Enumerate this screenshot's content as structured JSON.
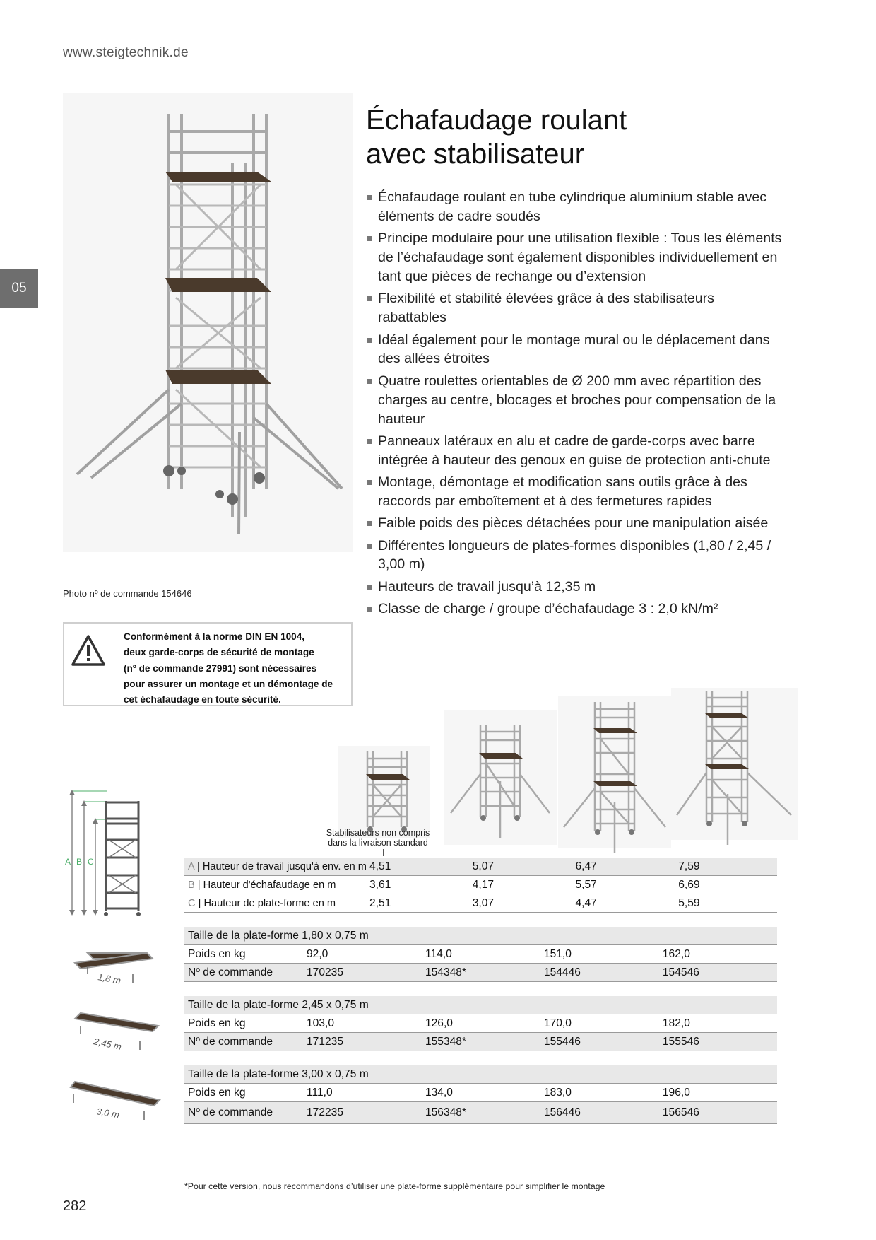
{
  "header": {
    "url": "www.steigtechnik.de"
  },
  "chapter_tab": "05",
  "title": {
    "line1": "Échafaudage roulant",
    "line2": "avec stabilisateur"
  },
  "features": [
    "Échafaudage roulant en tube cylindrique aluminium stable avec éléments de cadre soudés",
    "Principe modulaire pour une utilisation flexible : Tous les éléments de l’échafaudage sont également disponibles individuellement en tant que pièces de rechange ou d’extension",
    "Flexibilité et stabilité élevées grâce à des stabilisateurs rabattables",
    "Idéal également pour le montage mural ou le déplacement dans des allées étroites",
    "Quatre roulettes orientables de Ø 200 mm avec répartition des charges au centre, blocages et broches pour compensation de la hauteur",
    "Panneaux latéraux en alu et cadre de garde-corps avec barre intégrée à hauteur des genoux en guise de protection anti-chute",
    "Montage, démontage et modification sans outils grâce à des raccords par emboîtement et à des fermetures rapides",
    "Faible poids des pièces détachées pour une manipulation aisée",
    "Différentes longueurs de plates-formes disponibles (1,80 / 2,45 / 3,00 m)",
    "Hauteurs de travail jusqu’à 12,35 m",
    "Classe de charge / groupe d’échafaudage 3 : 2,0 kN/m²"
  ],
  "photo_caption": "Photo nº de commande 154646",
  "safety_note": {
    "lines": [
      "Conformément à la norme DIN EN 1004,",
      "deux garde-corps de sécurité de montage",
      "(nº de commande 27991) sont nécessaires",
      "pour assurer un montage et un démontage de",
      "cet échafaudage en toute sécurité."
    ]
  },
  "stabilizer_note": {
    "line1": "Stabilisateurs non compris",
    "line2": "dans la livraison standard"
  },
  "dimension_letters": [
    "A",
    "B",
    "C"
  ],
  "height_table": [
    {
      "letter": "A",
      "label": " | Hauteur de travail jusqu'à env. en m",
      "values": [
        "4,51",
        "5,07",
        "6,47",
        "7,59"
      ]
    },
    {
      "letter": "B",
      "label": " | Hauteur d'échafaudage en m",
      "values": [
        "3,61",
        "4,17",
        "5,57",
        "6,69"
      ]
    },
    {
      "letter": "C",
      "label": " | Hauteur de plate-forme en m",
      "values": [
        "2,51",
        "3,07",
        "4,47",
        "5,59"
      ]
    }
  ],
  "platform_groups": [
    {
      "size_label": "Taille de la plate-forme 1,80 x 0,75 m",
      "length_tag": "1,8 m",
      "weight_label": "Poids en kg",
      "weights": [
        "92,0",
        "114,0",
        "151,0",
        "162,0"
      ],
      "order_label": "Nº de commande",
      "orders": [
        "170235",
        "154348*",
        "154446",
        "154546"
      ]
    },
    {
      "size_label": "Taille de la plate-forme 2,45 x 0,75 m",
      "length_tag": "2,45 m",
      "weight_label": "Poids en kg",
      "weights": [
        "103,0",
        "126,0",
        "170,0",
        "182,0"
      ],
      "order_label": "Nº de commande",
      "orders": [
        "171235",
        "155348*",
        "155446",
        "155546"
      ]
    },
    {
      "size_label": "Taille de la plate-forme 3,00 x 0,75 m",
      "length_tag": "3,0 m",
      "weight_label": "Poids en kg",
      "weights": [
        "111,0",
        "134,0",
        "183,0",
        "196,0"
      ],
      "order_label": "Nº de commande",
      "orders": [
        "172235",
        "156348*",
        "156446",
        "156546"
      ]
    }
  ],
  "footnote": "*Pour cette version, nous recommandons d’utiliser une plate-forme supplémentaire pour simplifier le montage",
  "page_number": "282",
  "colors": {
    "tab": "#6e6e6e",
    "deck": "#4a3a2c",
    "frame": "#a9a9a9",
    "row_shade": "#e8e8e8",
    "dim_green": "#4caf6a"
  }
}
